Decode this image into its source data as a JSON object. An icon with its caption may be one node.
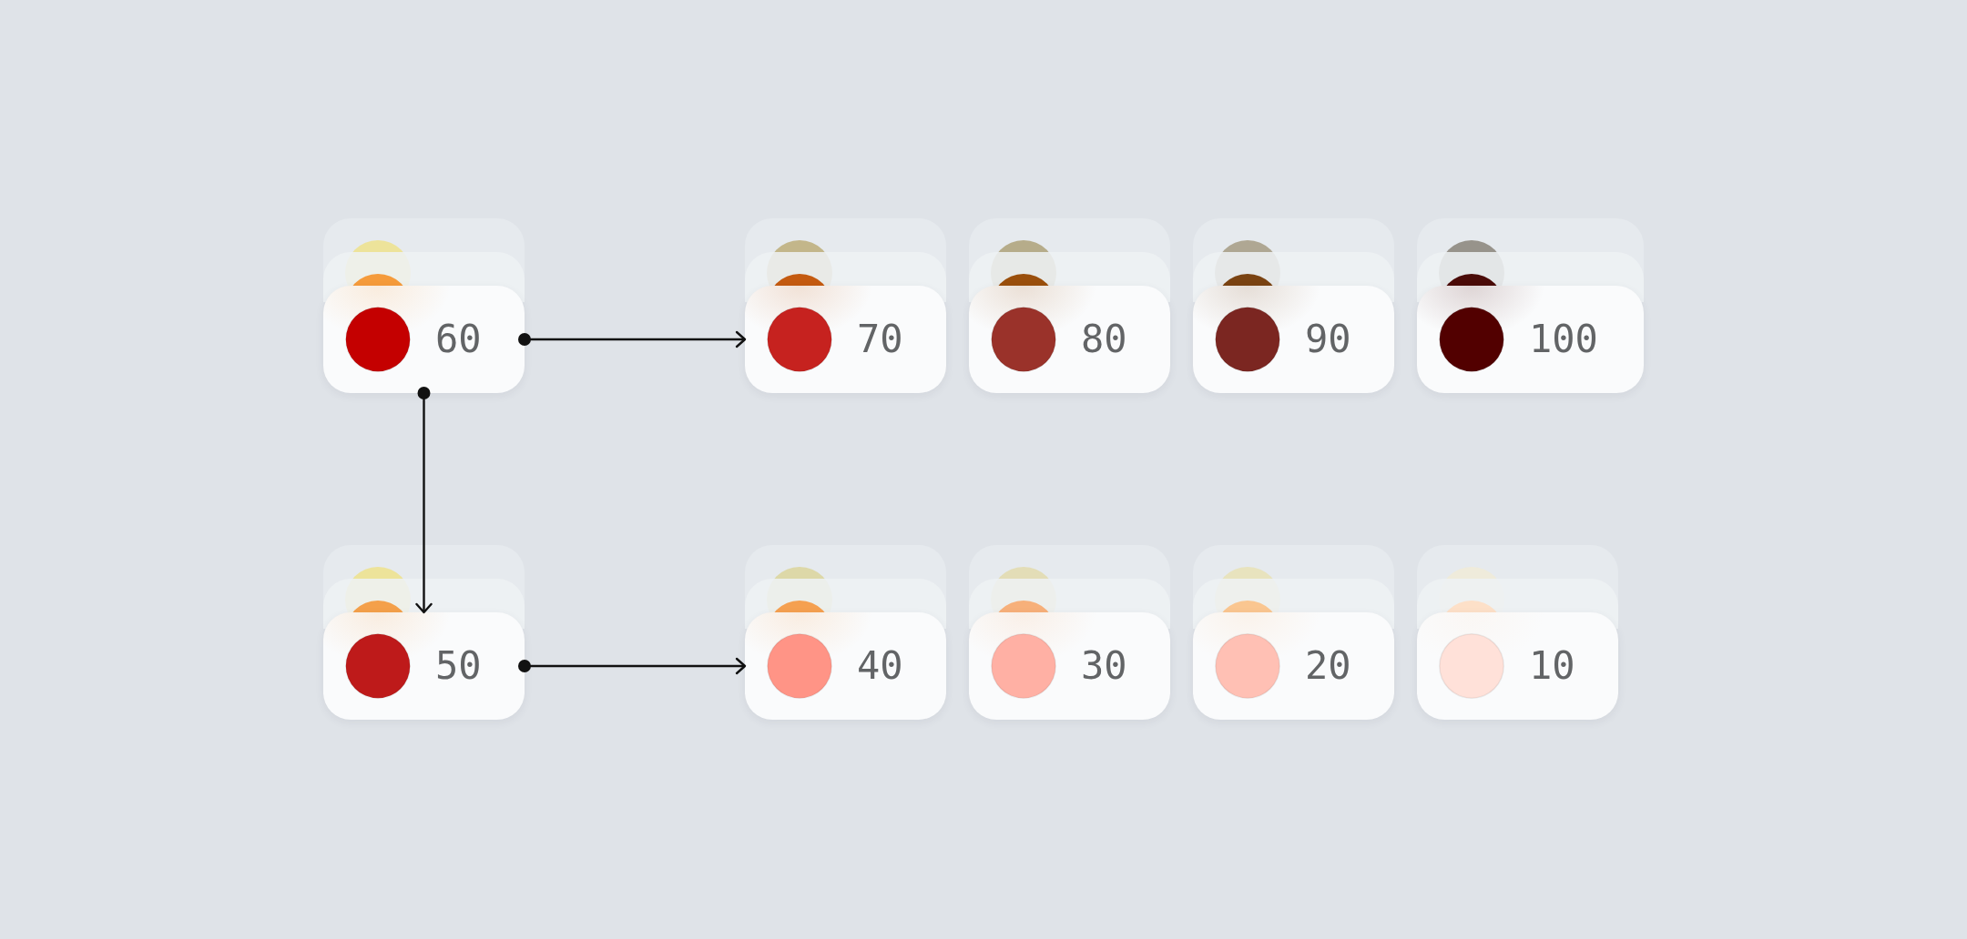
{
  "diagram": {
    "nodes": [
      {
        "text": [
          "60"
        ]
      },
      {
        "text": [
          "70"
        ]
      },
      {
        "text": [
          "80"
        ]
      },
      {
        "text": [
          "90"
        ]
      },
      {
        "text": [
          "100"
        ]
      },
      {
        "text": [
          "50"
        ]
      },
      {
        "text": [
          "40"
        ]
      },
      {
        "text": [
          "30"
        ]
      },
      {
        "text": [
          "20"
        ]
      },
      {
        "text": [
          "10"
        ]
      }
    ],
    "edges": [
      {
        "from": 0,
        "to": 1,
        "arrow": "to"
      },
      {
        "from": 0,
        "to": 5,
        "arrow": "to"
      },
      {
        "from": 5,
        "to": 6,
        "arrow": "to"
      }
    ]
  }
}
